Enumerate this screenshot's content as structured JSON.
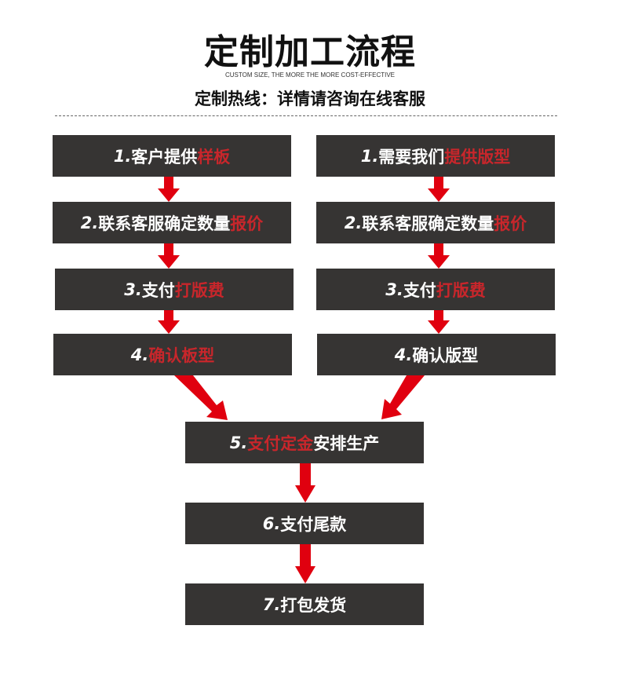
{
  "header": {
    "title": "定制加工流程",
    "subtitle": "CUSTOM SIZE, THE MORE THE MORE COST-EFFECTIVE",
    "hotline": "定制热线：详情请咨询在线客服"
  },
  "colors": {
    "box": "#363433",
    "highlight": "#c8262b",
    "arrow": "#e0000f"
  },
  "left_steps": [
    {
      "num": "1.",
      "plain": "客户提供",
      "hl": "样板",
      "tail": ""
    },
    {
      "num": "2.",
      "plain": "联系客服确定数量",
      "hl": "报价",
      "tail": ""
    },
    {
      "num": "3.",
      "plain": "支付",
      "hl": "打版费",
      "tail": ""
    },
    {
      "num": "4.",
      "plain": "",
      "hl": "确认板型",
      "tail": ""
    }
  ],
  "right_steps": [
    {
      "num": "1.",
      "plain": "需要我们",
      "hl": "提供版型",
      "tail": ""
    },
    {
      "num": "2.",
      "plain": "联系客服确定数量",
      "hl": "报价",
      "tail": ""
    },
    {
      "num": "3.",
      "plain": "支付",
      "hl": "打版费",
      "tail": ""
    },
    {
      "num": "4.",
      "plain": "确认版型",
      "hl": "",
      "tail": ""
    }
  ],
  "center_steps": [
    {
      "num": "5.",
      "plain": "",
      "hl": "支付定金",
      "tail": "安排生产"
    },
    {
      "num": "6.",
      "plain": "支付尾款",
      "hl": "",
      "tail": ""
    },
    {
      "num": "7.",
      "plain": "打包发货",
      "hl": "",
      "tail": ""
    }
  ]
}
